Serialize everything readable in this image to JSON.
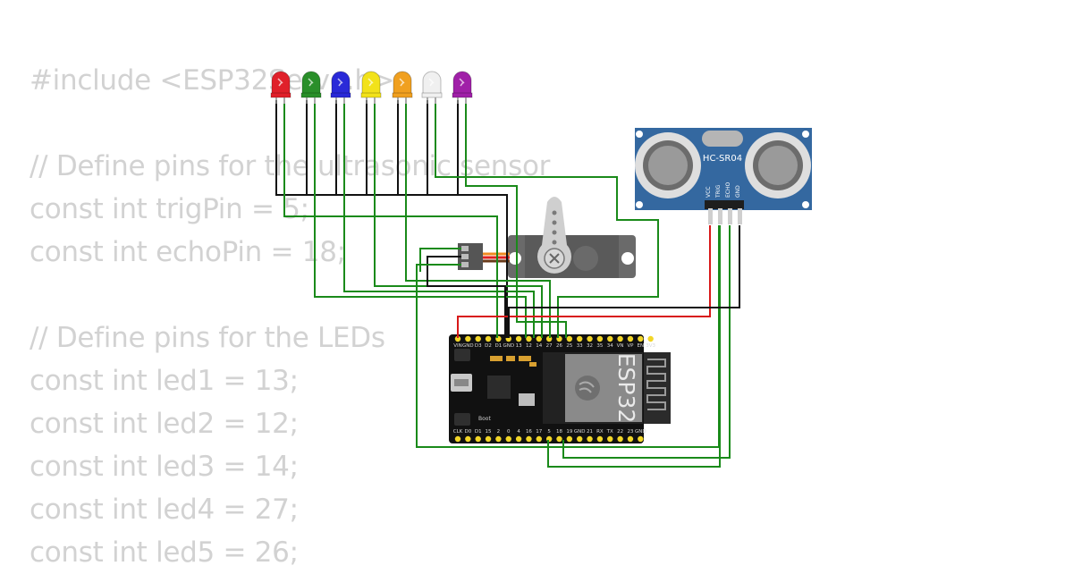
{
  "code_lines": [
    "#include <ESP32Servo.h>",
    "",
    "// Define pins for the ultrasonic sensor",
    "const int trigPin = 5;",
    "const int echoPin = 18;",
    "",
    "// Define pins for the LEDs",
    "const int led1 = 13;",
    "const int led2 = 12;",
    "const int led3 = 14;",
    "const int led4 = 27;",
    "const int led5 = 26;"
  ],
  "sensor": {
    "model": "HC-SR04",
    "pins": [
      "VCC",
      "TRIG",
      "ECHO",
      "GND"
    ]
  },
  "board": {
    "name": "ESP32",
    "top_pins": [
      "VIN",
      "GND",
      "D3",
      "D2",
      "D1",
      "GND",
      "13",
      "12",
      "14",
      "27",
      "26",
      "25",
      "33",
      "32",
      "35",
      "34",
      "VN",
      "VP",
      "EN",
      "3V3"
    ],
    "bottom_pins": [
      "CLK",
      "D0",
      "D1",
      "15",
      "2",
      "0",
      "4",
      "16",
      "17",
      "5",
      "18",
      "19",
      "GND",
      "21",
      "RX",
      "TX",
      "22",
      "23",
      "GND"
    ],
    "boot_label": "Boot"
  },
  "leds": [
    {
      "color": "#e0202a",
      "name": "red"
    },
    {
      "color": "#2a8f2a",
      "name": "green"
    },
    {
      "color": "#2a2ad8",
      "name": "blue"
    },
    {
      "color": "#f2e21a",
      "name": "yellow"
    },
    {
      "color": "#f0a020",
      "name": "orange"
    },
    {
      "color": "#f0f0f0",
      "name": "white"
    },
    {
      "color": "#a020a8",
      "name": "purple"
    }
  ],
  "wire_colors": {
    "signal": "#1a8a1a",
    "ground": "#111111",
    "power": "#d81818"
  }
}
